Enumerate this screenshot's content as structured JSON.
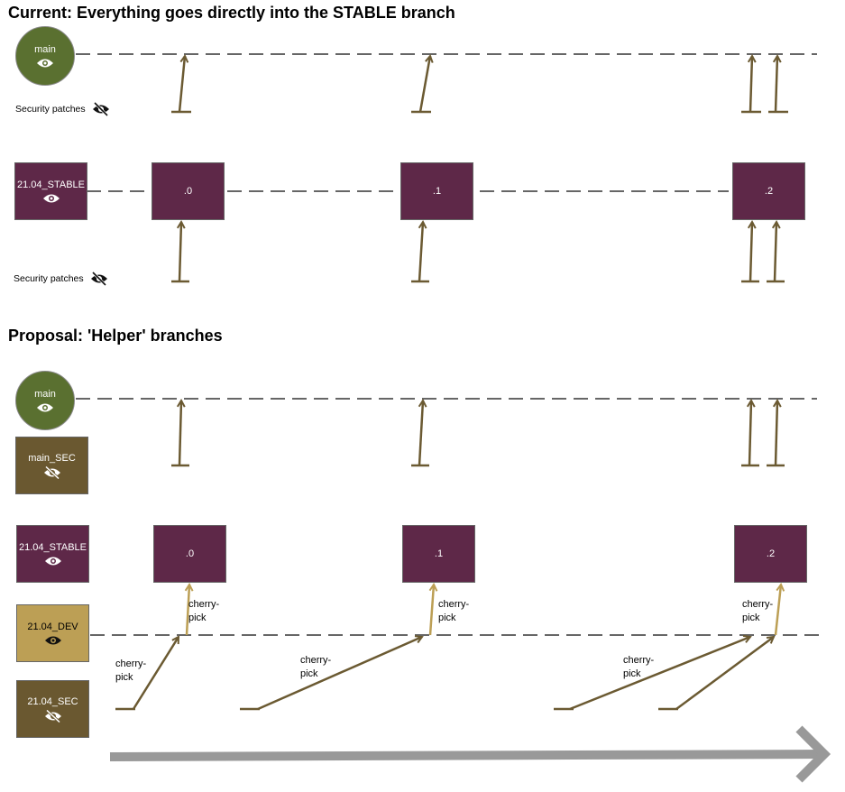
{
  "section_current": {
    "title": "Current: Everything goes directly into the STABLE branch",
    "main_label": "main",
    "stable_label": "21.04_STABLE",
    "security_top": "Security patches",
    "security_bottom": "Security patches",
    "releases": [
      ".0",
      ".1",
      ".2"
    ]
  },
  "section_proposal": {
    "title": "Proposal: 'Helper' branches",
    "main_label": "main",
    "main_sec_label": "main_SEC",
    "stable_label": "21.04_STABLE",
    "dev_label": "21.04_DEV",
    "sec_label": "21.04_SEC",
    "releases": [
      ".0",
      ".1",
      ".2"
    ],
    "cherry_pick": "cherry-\npick"
  },
  "icons": {
    "visible": "eye-icon",
    "hidden": "eye-slash-icon",
    "timeline": "timeline-arrow-icon"
  },
  "colors": {
    "main_green": "#5a7030",
    "stable_purple": "#5e2848",
    "dev_tan": "#bc9f55",
    "sec_brown": "#6a5830",
    "arrow_dark": "#6b5a32",
    "arrow_light": "#bc9f55",
    "timeline_gray": "#999999"
  }
}
